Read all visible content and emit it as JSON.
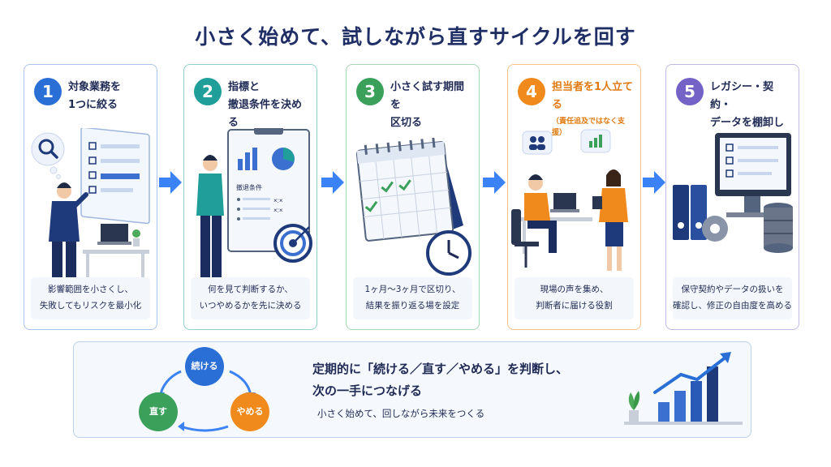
{
  "title": "小さく始めて、試しながら直すサイクルを回す",
  "steps": [
    {
      "num": "1",
      "head_1": "対象業務を",
      "head_2": "1つに絞る",
      "sub": "",
      "desc_1": "影響範囲を小さくし、",
      "desc_2": "失敗してもリスクを最小化",
      "color": "#2a6fd6"
    },
    {
      "num": "2",
      "head_1": "指標と",
      "head_2": "撤退条件を決める",
      "sub": "",
      "desc_1": "何を見て判断するか、",
      "desc_2": "いつやめるかを先に決める",
      "color": "#1f9e9a",
      "board_label": "撤退条件"
    },
    {
      "num": "3",
      "head_1": "小さく試す期間を",
      "head_2": "区切る",
      "sub": "",
      "desc_1": "1ヶ月～3ヶ月で区切り、",
      "desc_2": "結果を振り返る場を設定",
      "color": "#3aa05a"
    },
    {
      "num": "4",
      "head_1": "担当者を1人立てる",
      "head_2": "",
      "sub": "（責任追及ではなく支援）",
      "desc_1": "現場の声を集め、",
      "desc_2": "判断者に届ける役割",
      "color": "#f08a1c"
    },
    {
      "num": "5",
      "head_1": "レガシー・契約・",
      "head_2": "データを棚卸し",
      "sub": "",
      "desc_1": "保守契約やデータの扱いを",
      "desc_2": "確認し、修正の自由度を高める",
      "color": "#7462c7"
    }
  ],
  "cycle": {
    "continue": "続ける",
    "fix": "直す",
    "stop": "やめる"
  },
  "summary": {
    "line_1": "定期的に「続ける／直す／やめる」を判断し、",
    "line_2": "次の一手につなげる",
    "sub": "小さく始めて、回しながら未来をつくる"
  },
  "colors": {
    "title": "#1f2f66",
    "arrow": "#3b82f6",
    "navy": "#1f3a7a"
  }
}
